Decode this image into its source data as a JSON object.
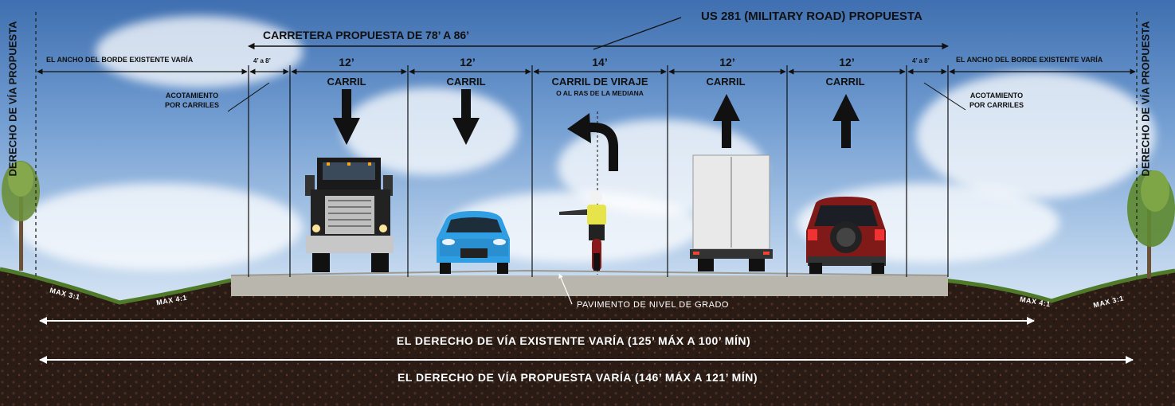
{
  "title": "US 281 (MILITARY ROAD) PROPUESTA",
  "roadway_width": "CARRETERA PROPUESTA DE 78’ A 86’",
  "row_label_left": "DERECHO DE VÍA PROPUESTA",
  "row_label_right": "DERECHO DE VÍA PROPUESTA",
  "border_left": "EL ANCHO DEL BORDE EXISTENTE VARÍA",
  "border_right": "EL ANCHO DEL BORDE EXISTENTE VARÍA",
  "shoulder_width_left": "4’ a 8’",
  "shoulder_width_right": "4’ a 8’",
  "shoulder_left": "ACOTAMIENTO\nPOR CARRILES",
  "shoulder_right": "ACOTAMIENTO\nPOR CARRILES",
  "lanes": [
    {
      "width": "12’",
      "label": "CARRIL",
      "sub": "",
      "direction": "down"
    },
    {
      "width": "12’",
      "label": "CARRIL",
      "sub": "",
      "direction": "down"
    },
    {
      "width": "14’",
      "label": "CARRIL DE VIRAJE",
      "sub": "O AL RAS DE LA MEDIANA",
      "direction": "turn-left"
    },
    {
      "width": "12’",
      "label": "CARRIL",
      "sub": "",
      "direction": "up"
    },
    {
      "width": "12’",
      "label": "CARRIL",
      "sub": "",
      "direction": "up"
    }
  ],
  "slopes": [
    "MAX 3:1",
    "MAX 4:1",
    "MAX 4:1",
    "MAX 3:1"
  ],
  "pavement": "PAVIMENTO DE NIVEL DE GRADO",
  "existing_row": "EL DERECHO DE VÍA EXISTENTE VARÍA (125’ MÁX A 100’ MÍN)",
  "proposed_row": "EL DERECHO DE VÍA PROPUESTA VARÍA (146’ MÁX A 121’ MÍN)",
  "colors": {
    "soil": "#2a1b14",
    "pavement": "#b9b7ad",
    "grass": "#4f7a2a",
    "sky": "#6f9bd0"
  },
  "vehicles": [
    "semi-truck",
    "blue-sedan",
    "motorcyclist",
    "box-truck",
    "red-suv"
  ]
}
